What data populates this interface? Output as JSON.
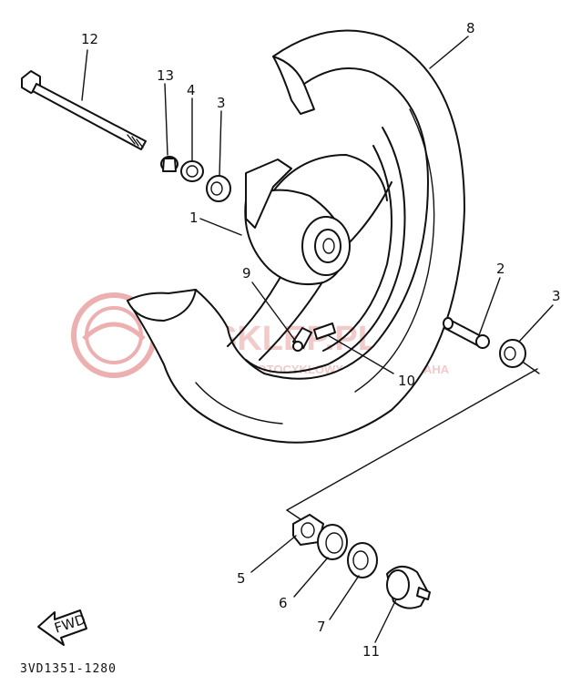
{
  "watermark": {
    "line1": "SKLEP.PL",
    "line2": "WWW.MOTOCYKLOWY-DEALER YAMAHA",
    "color": "#e06060"
  },
  "drawing_code": "3VD1351-1280",
  "fwd_label": "FWD",
  "callouts": [
    {
      "id": "12",
      "label": "12"
    },
    {
      "id": "13",
      "label": "13"
    },
    {
      "id": "4",
      "label": "4"
    },
    {
      "id": "3a",
      "label": "3"
    },
    {
      "id": "8",
      "label": "8"
    },
    {
      "id": "1",
      "label": "1"
    },
    {
      "id": "9",
      "label": "9"
    },
    {
      "id": "10",
      "label": "10"
    },
    {
      "id": "2",
      "label": "2"
    },
    {
      "id": "3b",
      "label": "3"
    },
    {
      "id": "5",
      "label": "5"
    },
    {
      "id": "6",
      "label": "6"
    },
    {
      "id": "7",
      "label": "7"
    },
    {
      "id": "11",
      "label": "11"
    }
  ]
}
